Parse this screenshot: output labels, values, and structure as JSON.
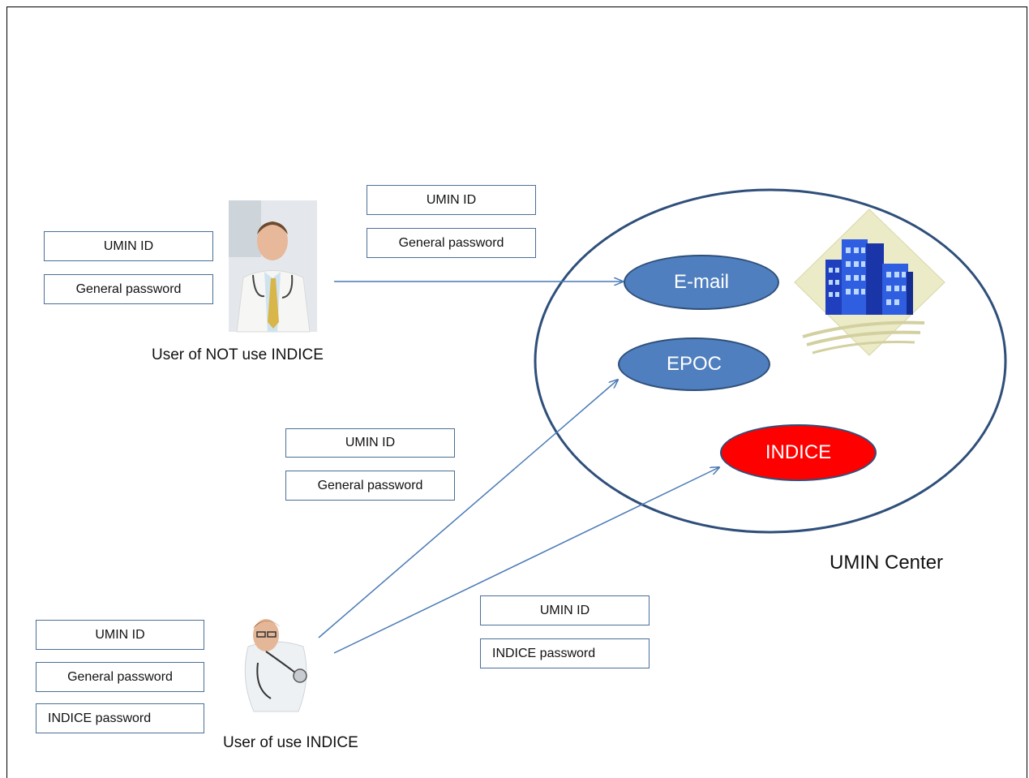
{
  "credentials_box_1": {
    "id": "UMIN ID",
    "password": "General password"
  },
  "credentials_box_2": {
    "id": "UMIN ID",
    "password": "General password"
  },
  "credentials_box_3": {
    "id": "UMIN ID",
    "password": "General password"
  },
  "credentials_box_4": {
    "id": "UMIN ID",
    "password": "INDICE password"
  },
  "credentials_box_5": {
    "id": "UMIN ID",
    "password": "General password",
    "password2": "INDICE password"
  },
  "user_not_indice": {
    "caption": "User of NOT use INDICE",
    "icon": "doctor-photo"
  },
  "user_indice": {
    "caption": "User of use INDICE",
    "icon": "doctor-stethoscope-photo"
  },
  "umin_center": {
    "caption": "UMIN Center",
    "icon": "office-building-icon",
    "services": [
      {
        "label": "E-mail",
        "color": "#4f7fbf"
      },
      {
        "label": "EPOC",
        "color": "#4f7fbf"
      },
      {
        "label": "INDICE",
        "color": "#ff0000"
      }
    ]
  },
  "arrow_color": "#4a7ab5"
}
